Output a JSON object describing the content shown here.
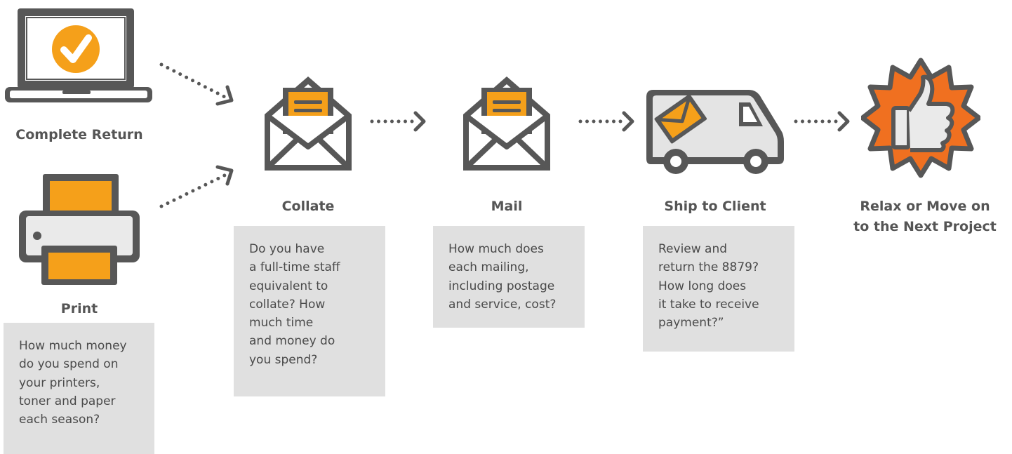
{
  "colors": {
    "accent": "#f5a01a",
    "accent_red": "#f07020",
    "outline": "#575757",
    "note_bg": "#e0e0e0",
    "label": "#555555"
  },
  "steps": {
    "complete_return": {
      "label": "Complete Return",
      "icon": "laptop-check-icon"
    },
    "print": {
      "label": "Print",
      "icon": "printer-icon",
      "note": [
        "How much money",
        "do you spend on",
        "your printers,",
        "toner and paper",
        "each season?"
      ]
    },
    "collate": {
      "label": "Collate",
      "icon": "envelope-letter-icon",
      "note": [
        "Do you have",
        "a full-time staff",
        "equivalent to",
        "collate? How",
        "much time",
        "and money do",
        "you spend?"
      ]
    },
    "mail": {
      "label": "Mail",
      "icon": "envelope-letter-icon",
      "note": [
        "How much does",
        "each mailing,",
        "including postage",
        "and service, cost?"
      ]
    },
    "ship": {
      "label": "Ship to Client",
      "icon": "delivery-van-icon",
      "note": [
        "Review and",
        "return the 8879?",
        "How long does",
        "it take to receive",
        "payment?”"
      ]
    },
    "relax": {
      "label_lines": [
        "Relax or Move on",
        "to the Next Project"
      ],
      "icon": "thumbs-up-badge-icon"
    }
  }
}
